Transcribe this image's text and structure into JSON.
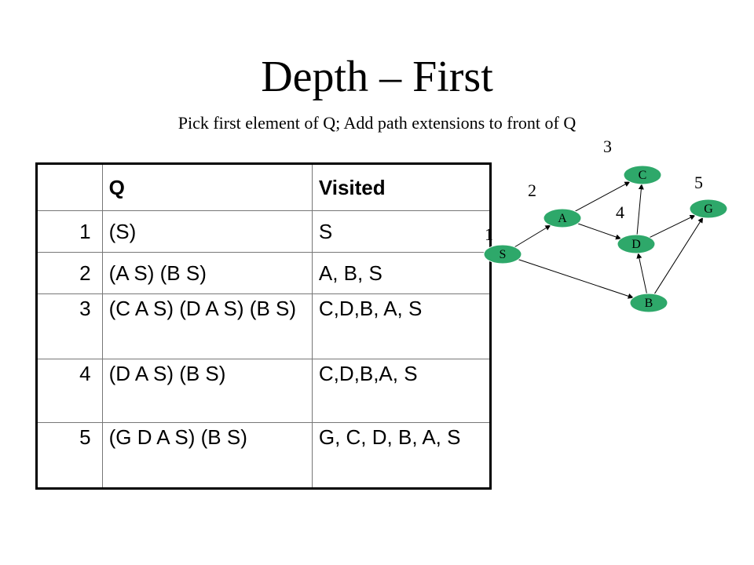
{
  "slide": {
    "title": "Depth – First",
    "subtitle": "Pick first element of Q; Add path extensions to front of Q"
  },
  "table": {
    "headers": [
      "",
      "Q",
      "Visited"
    ],
    "rows": [
      {
        "step": "1",
        "q": "(S)",
        "visited": "S"
      },
      {
        "step": "2",
        "q": "(A S) (B S)",
        "visited": "A, B, S"
      },
      {
        "step": "3",
        "q": "(C A S) (D A S) (B S)",
        "visited": "C,D,B, A, S"
      },
      {
        "step": "4",
        "q": "(D A S) (B S)",
        "visited": "C,D,B,A, S"
      },
      {
        "step": "5",
        "q": "(G D A S) (B S)",
        "visited": "G, C, D, B, A, S"
      }
    ]
  },
  "graph": {
    "node_color": "#2ea86a",
    "nodes": [
      {
        "id": "S",
        "label": "S"
      },
      {
        "id": "A",
        "label": "A"
      },
      {
        "id": "C",
        "label": "C"
      },
      {
        "id": "D",
        "label": "D"
      },
      {
        "id": "G",
        "label": "G"
      },
      {
        "id": "B",
        "label": "B"
      }
    ],
    "edges": [
      {
        "from": "S",
        "to": "A"
      },
      {
        "from": "A",
        "to": "C"
      },
      {
        "from": "A",
        "to": "D"
      },
      {
        "from": "D",
        "to": "C"
      },
      {
        "from": "D",
        "to": "G"
      },
      {
        "from": "S",
        "to": "B"
      },
      {
        "from": "B",
        "to": "D"
      },
      {
        "from": "B",
        "to": "G"
      }
    ],
    "step_labels": [
      "1",
      "2",
      "3",
      "4",
      "5"
    ]
  }
}
